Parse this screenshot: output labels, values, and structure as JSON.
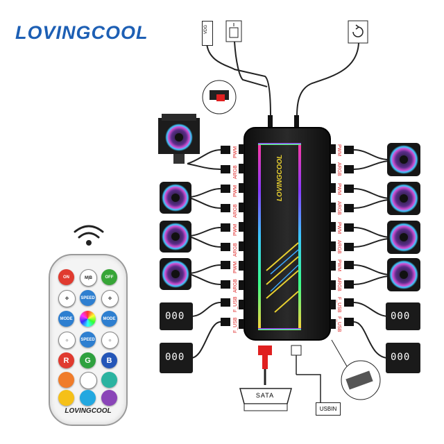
{
  "brand": "LOVINGCOOL",
  "hub_logo": "LOVINGCOOL",
  "labels": {
    "pwm": "PWM",
    "argb": "ARGB",
    "f_usb": "F_USB",
    "sata": "SATA",
    "usbin": "USBIN",
    "vdg": "VDG"
  },
  "display_digits": "000",
  "remote": {
    "buttons": {
      "on": "ON",
      "mb": "M|B",
      "off": "OFF",
      "speed_up": "SPEED",
      "mode_minus": "MODE",
      "mode_plus": "MODE",
      "speed_down": "SPEED",
      "r": "R",
      "g": "G",
      "b": "B"
    },
    "logo": "LOVINGCOOL"
  },
  "colors": {
    "brand_blue": "#1d5fb4",
    "label_red": "#d22222",
    "hub_body": "#1a1a1a",
    "remote_on": "#e03a2f",
    "remote_off": "#37a537",
    "remote_blue": "#2e7fd0",
    "remote_red": "#e03a2f",
    "remote_green": "#2fa13f",
    "remote_b": "#2456b8",
    "remote_orange": "#f07c2a",
    "remote_teal": "#2bb3a0",
    "remote_yellow": "#f5c018",
    "remote_cyan": "#22a8e0",
    "remote_purple": "#8a45b8"
  },
  "icons": [
    "wifi-icon",
    "restart-icon",
    "power-switch-icon",
    "fan-icon",
    "brightness-icon",
    "rgb-wheel-icon"
  ]
}
